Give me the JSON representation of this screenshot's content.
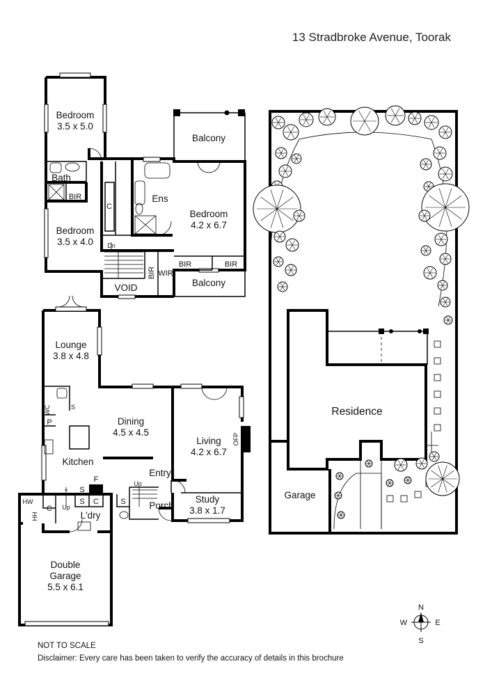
{
  "header": {
    "address": "13 Stradbroke Avenue, Toorak"
  },
  "upper_floor": {
    "bedroom_a": {
      "name": "Bedroom",
      "size": "3.5 x 5.0"
    },
    "bath": "Bath",
    "bir_a": "BIR",
    "cupboard": "C",
    "bedroom_b": {
      "name": "Bedroom",
      "size": "3.5 x 4.0"
    },
    "ensuite": "Ens",
    "balcony_top": "Balcony",
    "bedroom_main": {
      "name": "Bedroom",
      "size": "4.2 x 6.7"
    },
    "bir_b": "BIR",
    "bir_c": "BIR",
    "bir_d": "BIR",
    "wir": "WIR",
    "balcony_bottom": "Balcony",
    "stairs_down": "Dn",
    "void": "VOID"
  },
  "ground_floor": {
    "lounge": {
      "name": "Lounge",
      "size": "3.8 x 4.8"
    },
    "dining": {
      "name": "Dining",
      "size": "4.5 x 4.5"
    },
    "living": {
      "name": "Living",
      "size": "4.2 x 6.7"
    },
    "kitchen": "Kitchen",
    "entry": "Entry",
    "porch": "Porch",
    "study": {
      "name": "Study",
      "size": "3.8 x 1.7"
    },
    "laundry": "L'dry",
    "fireplace": "OFP",
    "wc": "WC",
    "pantry": "P",
    "fridge": "F",
    "shelf_1": "S",
    "shelf_2": "S",
    "shelf_3": "S",
    "cupboard_1": "C",
    "cupboard_2": "C",
    "hot_water": "HW",
    "heater": "HH",
    "stairs_up_1": "Up",
    "stairs_up_2": "Up",
    "kitchen_s": "S",
    "garage": {
      "name": "Double",
      "name2": "Garage",
      "size": "5.5 x 6.1"
    }
  },
  "site_plan": {
    "residence": "Residence",
    "garage": "Garage"
  },
  "compass": {
    "n": "N",
    "s": "S",
    "e": "E",
    "w": "W"
  },
  "footer": {
    "scale_note": "NOT TO SCALE",
    "disclaimer": "Disclaimer: Every care has been taken to verify the accuracy of details in this brochure"
  }
}
